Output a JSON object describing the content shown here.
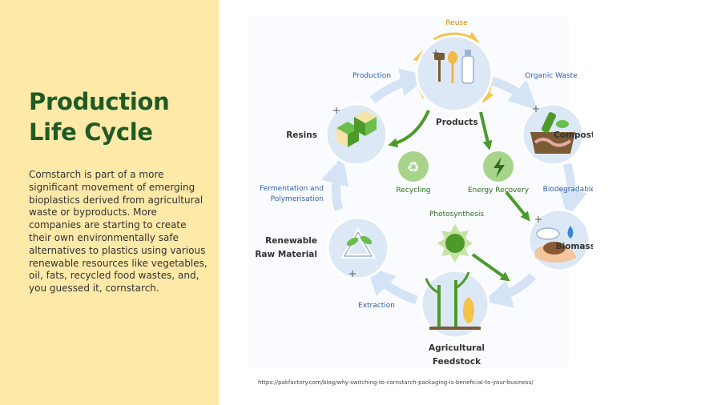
{
  "slide": {
    "title_line1": "Production",
    "title_line2": "Life Cycle",
    "body": "Cornstarch is part of a more significant movement of emerging bioplastics derived from agricultural waste or byproducts. More companies are starting to create their own environmentally safe alternatives to plastics using various renewable resources like vegetables, oil, fats, recycled food wastes, and, you guessed it, cornstarch.",
    "source_url": "https://pakfactory.com/blog/why-switching-to-cornstarch-packaging-is-beneficial-to-your-business/"
  },
  "diagram": {
    "nodes": {
      "products": "Products",
      "compost": "Compost",
      "biomass": "Biomass",
      "feedstock_line1": "Agricultural",
      "feedstock_line2": "Feedstock",
      "raw_material_line1": "Renewable",
      "raw_material_line2": "Raw Material",
      "resins": "Resins"
    },
    "edges": {
      "reuse": "Reuse",
      "organic_waste": "Organic Waste",
      "biodegradable": "Biodegradable",
      "extraction": "Extraction",
      "fermentation_line1": "Fermentation and",
      "fermentation_line2": "Polymerisation",
      "production": "Production"
    },
    "inner": {
      "recycling": "Recycling",
      "energy_recovery": "Energy Recovery",
      "photosynthesis": "Photosynthesis"
    }
  },
  "colors": {
    "title": "#1f5a25",
    "panel": "#fde9a8",
    "cycle_arrow": "#d4e3f5",
    "node_circle": "#dde8f6",
    "green_arrow": "#4c9a2a",
    "reuse_arrow": "#f5c34a"
  }
}
